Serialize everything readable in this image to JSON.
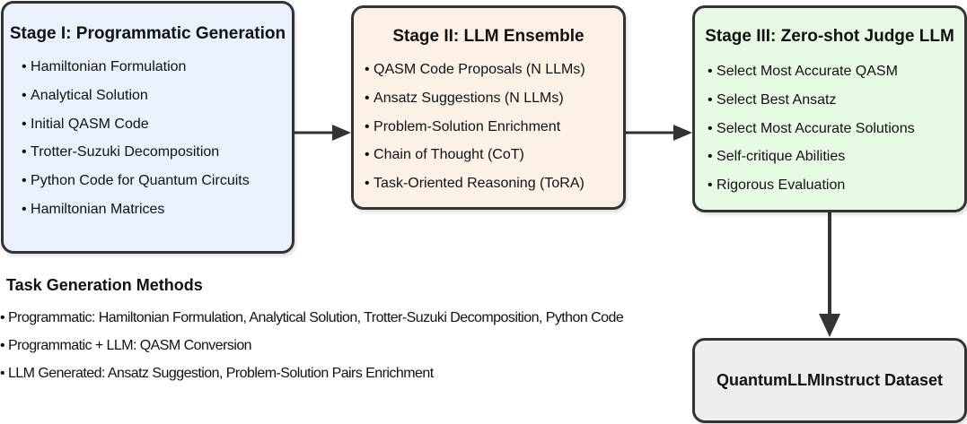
{
  "stages": [
    {
      "title": "Stage I: Programmatic Generation",
      "items": [
        "Hamiltonian Formulation",
        "Analytical Solution",
        "Initial QASM Code",
        "Trotter-Suzuki Decomposition",
        "Python Code for Quantum Circuits",
        "Hamiltonian Matrices"
      ],
      "color": "#e8f1fc"
    },
    {
      "title": "Stage II: LLM Ensemble",
      "items": [
        "QASM Code Proposals (N LLMs)",
        "Ansatz Suggestions (N LLMs)",
        "Problem-Solution Enrichment",
        "Chain of Thought (CoT)",
        "Task-Oriented Reasoning (ToRA)"
      ],
      "color": "#fdf1e6"
    },
    {
      "title": "Stage III: Zero-shot Judge LLM",
      "items": [
        "Select Most Accurate QASM",
        "Select Best Ansatz",
        "Select Most Accurate Solutions",
        "Self-critique Abilities",
        "Rigorous Evaluation"
      ],
      "color": "#e7fbe4"
    }
  ],
  "dataset": {
    "label": "QuantumLLMInstruct Dataset",
    "color": "#eeeeee"
  },
  "methods": {
    "title": "Task Generation Methods",
    "items": [
      "Programmatic: Hamiltonian Formulation, Analytical Solution, Trotter-Suzuki Decomposition, Python Code",
      "Programmatic + LLM: QASM Conversion",
      "LLM Generated: Ansatz Suggestion, Problem-Solution Pairs Enrichment"
    ]
  }
}
